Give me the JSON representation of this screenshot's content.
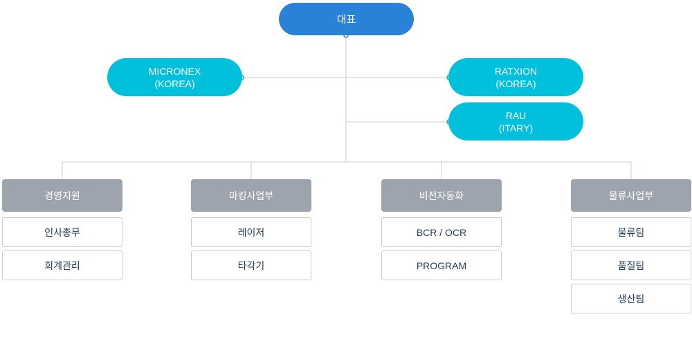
{
  "chart": {
    "ceo": "대표",
    "affiliates": {
      "micronex": "MICRONEX\n(KOREA)",
      "ratxion": "RATXION\n(KOREA)",
      "rau": "RAU\n(ITARY)"
    },
    "departments": [
      {
        "name": "경영지원",
        "teams": [
          "인사총무",
          "회계관리"
        ]
      },
      {
        "name": "마킹사업부",
        "teams": [
          "레이저",
          "타각기"
        ]
      },
      {
        "name": "비전자동화",
        "teams": [
          "BCR / OCR",
          "PROGRAM"
        ]
      },
      {
        "name": "물류사업부",
        "teams": [
          "물류팀",
          "품질팀",
          "생산팀"
        ]
      }
    ]
  },
  "colors": {
    "ceo_fill": "#2a82d6",
    "affiliate_fill": "#00c0dc",
    "department_fill": "#9da4ad",
    "team_text": "#1f3c5c",
    "connector_line": "#c9cdd2"
  }
}
